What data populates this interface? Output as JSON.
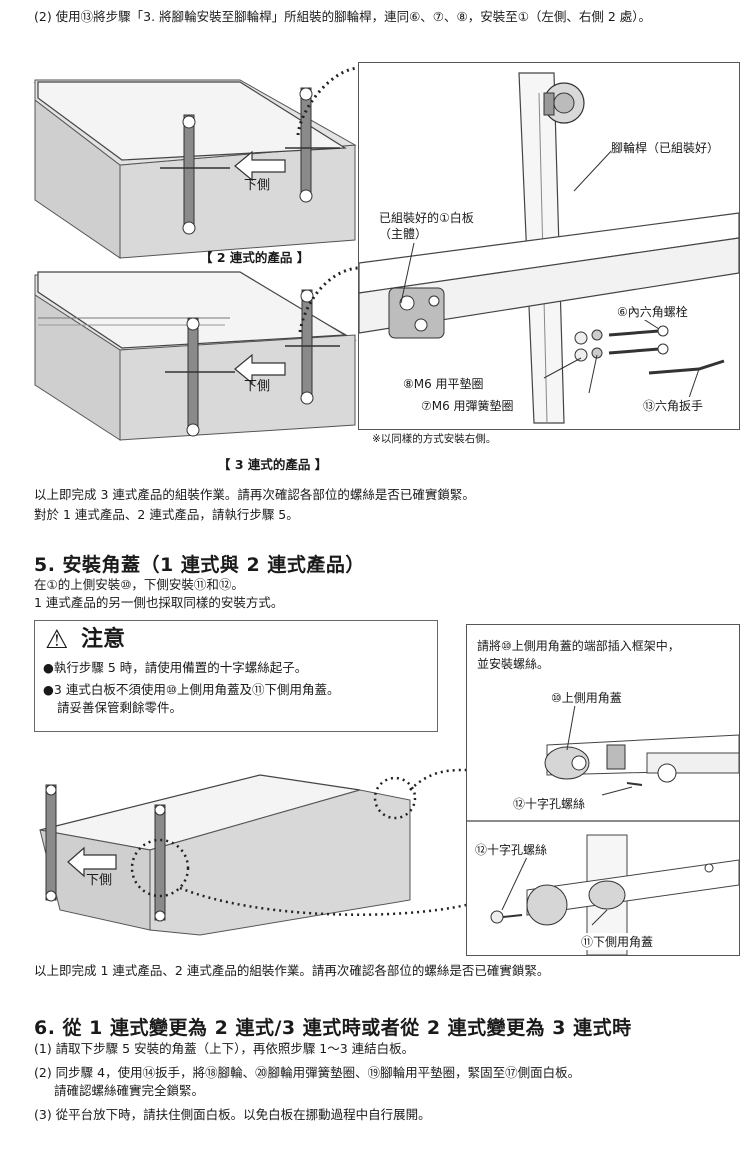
{
  "step4": {
    "intro": "(2) 使用⑬將步驟「3. 將腳輪安裝至腳輪桿」所組裝的腳輪桿，連同⑥、⑦、⑧，安裝至①（左側、右側 2 處）。",
    "caption_two": "【 2 連式的產品 】",
    "caption_three": "【 3 連式的產品 】",
    "side_label_a": "下側",
    "side_label_b": "下側",
    "detail": {
      "caster_bar": "腳輪桿（已組裝好）",
      "board_line1": "已組裝好的①白板",
      "board_line2": "（主體）",
      "bolt": "⑥內六角螺栓",
      "flat_washer": "⑧M6 用平墊圈",
      "spring_washer": "⑦M6 用彈簧墊圈",
      "hex_wrench": "⑬六角扳手",
      "note": "※以同樣的方式安裝右側。"
    },
    "done_line1": "以上即完成 3 連式產品的組裝作業。請再次確認各部位的螺絲是否已確實鎖緊。",
    "done_line2": "對於 1 連式產品、2 連式產品，請執行步驟 5。"
  },
  "step5": {
    "heading": "5. 安裝角蓋（1 連式與 2 連式產品）",
    "line1": "在①的上側安裝⑩，下側安裝⑪和⑫。",
    "line2": "1 連式產品的另一側也採取同樣的安裝方式。",
    "caution": {
      "title": "注意",
      "item1": "●執行步驟 5 時，請使用備置的十字螺絲起子。",
      "item2a": "●3 連式白板不須使用⑩上側用角蓋及⑪下側用角蓋。",
      "item2b": "請妥善保管剩餘零件。"
    },
    "side_label": "下側",
    "detail": {
      "instruction1": "請將⑩上側用角蓋的端部插入框架中，",
      "instruction2": "並安裝螺絲。",
      "upper_cap": "⑩上側用角蓋",
      "screw_a": "⑫十字孔螺絲",
      "screw_b": "⑫十字孔螺絲",
      "lower_cap": "⑪下側用角蓋"
    },
    "done_line": "以上即完成 1 連式產品、2 連式產品的組裝作業。請再次確認各部位的螺絲是否已確實鎖緊。"
  },
  "step6": {
    "heading": "6. 從 1 連式變更為 2 連式/3 連式時或者從 2 連式變更為 3 連式時",
    "item1": "(1) 請取下步驟 5 安裝的角蓋（上下），再依照步驟 1～3 連結白板。",
    "item2a": "(2) 同步驟 4，使用⑭扳手，將⑱腳輪、⑳腳輪用彈簧墊圈、⑲腳輪用平墊圈，緊固至⑰側面白板。",
    "item2b": "請確認螺絲確實完全鎖緊。",
    "item3": "(3) 從平台放下時，請扶住側面白板。以免白板在挪動過程中自行展開。"
  }
}
